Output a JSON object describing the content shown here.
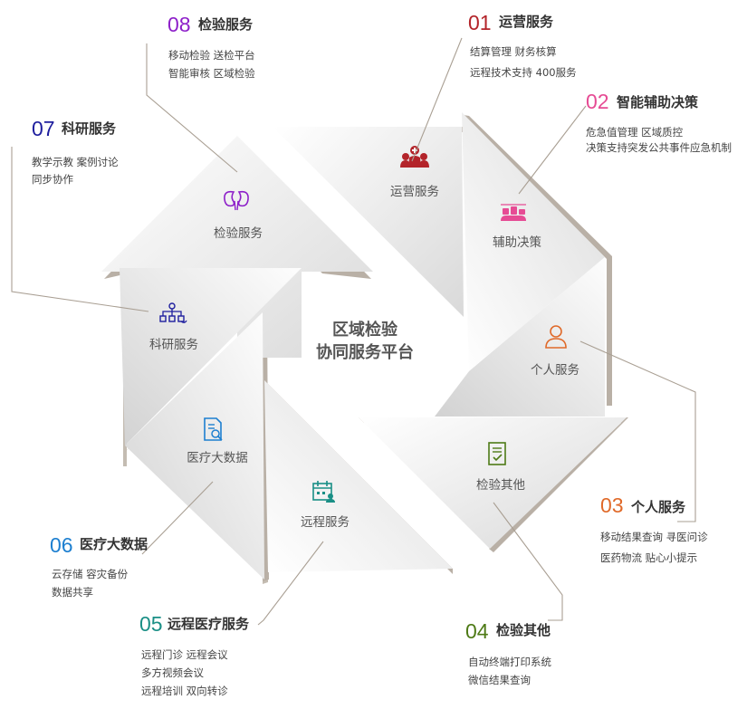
{
  "center": {
    "line1": "区域检验",
    "line2": "协同服务平台"
  },
  "colors": {
    "s01": "#b3242a",
    "s02": "#e64b94",
    "s03": "#e06a2a",
    "s04": "#4e7a16",
    "s05": "#1a8f86",
    "s06": "#1d7fd0",
    "s07": "#1e1e9e",
    "s08": "#8d1fc9",
    "shadow": "#b9b0a6"
  },
  "blocks": [
    {
      "label": "运营服务",
      "icon": "medical-team-icon"
    },
    {
      "label": "辅助决策",
      "icon": "decision-support-icon"
    },
    {
      "label": "个人服务",
      "icon": "person-icon"
    },
    {
      "label": "检验其他",
      "icon": "checklist-document-icon"
    },
    {
      "label": "远程服务",
      "icon": "calendar-user-icon"
    },
    {
      "label": "医疗大数据",
      "icon": "data-search-document-icon"
    },
    {
      "label": "科研服务",
      "icon": "research-network-icon"
    },
    {
      "label": "检验服务",
      "icon": "kidney-icon"
    }
  ],
  "services": [
    {
      "num": "01",
      "title": "运营服务",
      "items": [
        "结算管理  财务核算",
        "远程技术支持  400服务"
      ]
    },
    {
      "num": "02",
      "title": "智能辅助决策",
      "items": [
        "危急值管理  区域质控",
        "决策支持突发公共事件应急机制"
      ]
    },
    {
      "num": "03",
      "title": "个人服务",
      "items": [
        "移动结果查询 寻医问诊",
        "医药物流 贴心小提示"
      ]
    },
    {
      "num": "04",
      "title": "检验其他",
      "items": [
        "自动终端打印系统",
        "微信结果查询"
      ]
    },
    {
      "num": "05",
      "title": "远程医疗服务",
      "items": [
        "远程门诊 远程会议",
        "多方视频会议",
        "远程培训 双向转诊"
      ]
    },
    {
      "num": "06",
      "title": "医疗大数据",
      "items": [
        "云存储   容灾备份",
        "数据共享"
      ]
    },
    {
      "num": "07",
      "title": "科研服务",
      "items": [
        "教学示教  案例讨论",
        "同步协作"
      ]
    },
    {
      "num": "08",
      "title": "检验服务",
      "items": [
        "移动检验   送检平台",
        "智能审核   区域检验"
      ]
    }
  ]
}
